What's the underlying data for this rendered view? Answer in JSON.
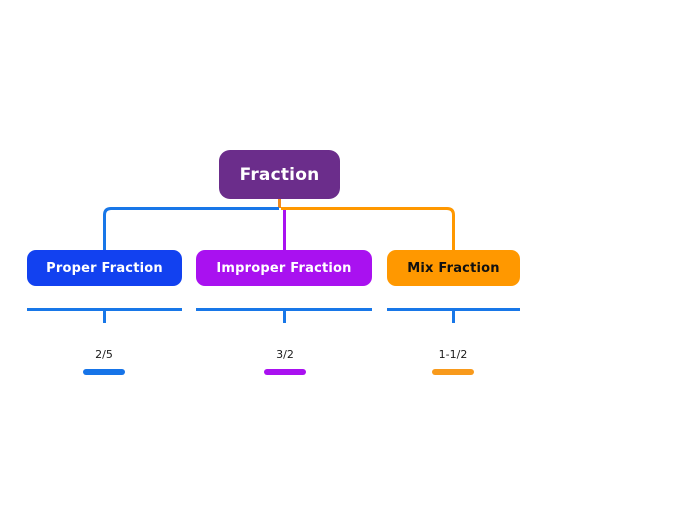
{
  "diagram": {
    "type": "mind-map",
    "title": "Fraction mind map",
    "background": "#ffffff",
    "root": {
      "label": "Fraction",
      "fill": "#6b2d8b",
      "text_color": "#ffffff"
    },
    "branches": [
      {
        "label": "Proper Fraction",
        "fill": "#1241f0",
        "text_color": "#ffffff",
        "edge_color": "#1877e8",
        "leaf": {
          "label": "2/5",
          "bar_color": "#1674e8",
          "text_color": "#1a1a1a"
        }
      },
      {
        "label": "Improper Fraction",
        "fill": "#a911f0",
        "text_color": "#ffffff",
        "edge_color": "#a911f0",
        "leaf": {
          "label": "3/2",
          "bar_color": "#a911f0",
          "text_color": "#1a1a1a"
        }
      },
      {
        "label": "Mix Fraction",
        "fill": "#ff9800",
        "text_color": "#111111",
        "edge_color": "#ff9800",
        "leaf": {
          "label": "1-1/2",
          "bar_color": "#f89a1c",
          "text_color": "#1a1a1a"
        }
      }
    ],
    "edges": {
      "root_stub_color": "#f08a1c",
      "left_branch_color": "#1877e8",
      "right_branch_color": "#ff9800",
      "center_branch_color": "#a911f0",
      "leaf_connector_color": "#1877e8"
    }
  }
}
